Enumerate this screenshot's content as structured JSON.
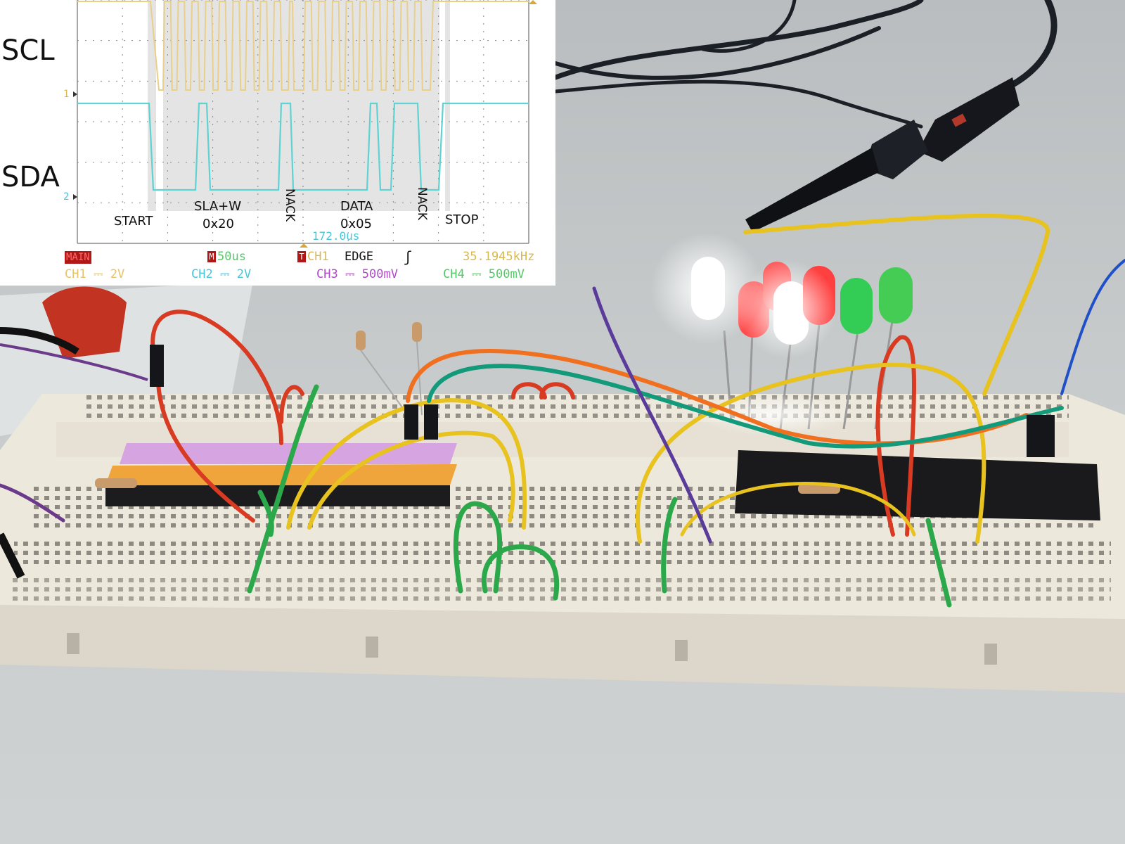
{
  "scope": {
    "signals": {
      "scl": "SCL",
      "sda": "SDA"
    },
    "channel_markers": {
      "ch1": "1",
      "ch2": "2"
    },
    "annotations": {
      "start": "START",
      "sla_w": "SLA+W",
      "sla_w_value": "0x20",
      "nack1": "NACK",
      "data": "DATA",
      "data_value": "0x05",
      "nack2": "NACK",
      "stop": "STOP",
      "cursor_time": "172.0us"
    },
    "status_row1": {
      "mode": "MAIN",
      "timebase_tag": "M",
      "timebase": "50us",
      "trigger_tag": "T",
      "trigger_source": "CH1",
      "trigger_type": "EDGE",
      "trigger_slope": "ʃ",
      "frequency": "35.1945kHz"
    },
    "status_row2": {
      "ch1": "CH1",
      "ch1_scale": "2V",
      "ch2": "CH2",
      "ch2_scale": "2V",
      "ch3": "CH3",
      "ch3_scale": "500mV",
      "ch4": "CH4",
      "ch4_scale": "500mV"
    },
    "colors": {
      "scl_trace": "#e8cf8a",
      "sda_trace": "#5fd2d2",
      "grid": "#8a8a8a",
      "ch1": "#e5c36a",
      "ch2": "#48c6d8",
      "ch3": "#b04ac8",
      "ch4": "#56c86a",
      "main_tag": "#b01818",
      "cursor_time": "#48c6d8",
      "frequency": "#d8b850"
    }
  },
  "photo": {
    "led_colors": [
      "#ffffff",
      "#ff4040",
      "#ff4040",
      "#ffffff",
      "#ff4040",
      "#33cc55",
      "#33cc55"
    ],
    "wire_colors": [
      "#d83a22",
      "#2aa84a",
      "#e8c21e",
      "#f07020",
      "#139a7a",
      "#5a3a9a",
      "#2050c8"
    ]
  }
}
